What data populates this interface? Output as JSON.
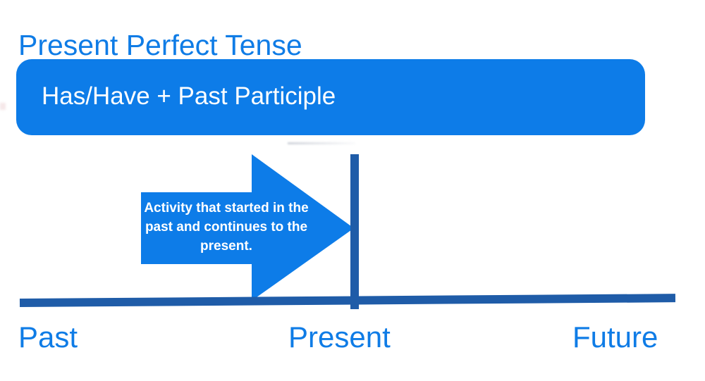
{
  "slide": {
    "title": "Present Perfect Tense",
    "formula": "Has/Have + Past Participle",
    "arrow_text": "Activity that started in the past and continues to the present.",
    "timeline": {
      "labels": {
        "past": "Past",
        "present": "Present",
        "future": "Future"
      }
    },
    "colors": {
      "bright_blue": "#0f7ce6",
      "box_blue": "#0d7ce8",
      "dark_blue": "#1f5ca8",
      "text_white": "#ffffff",
      "background": "#ffffff"
    }
  }
}
